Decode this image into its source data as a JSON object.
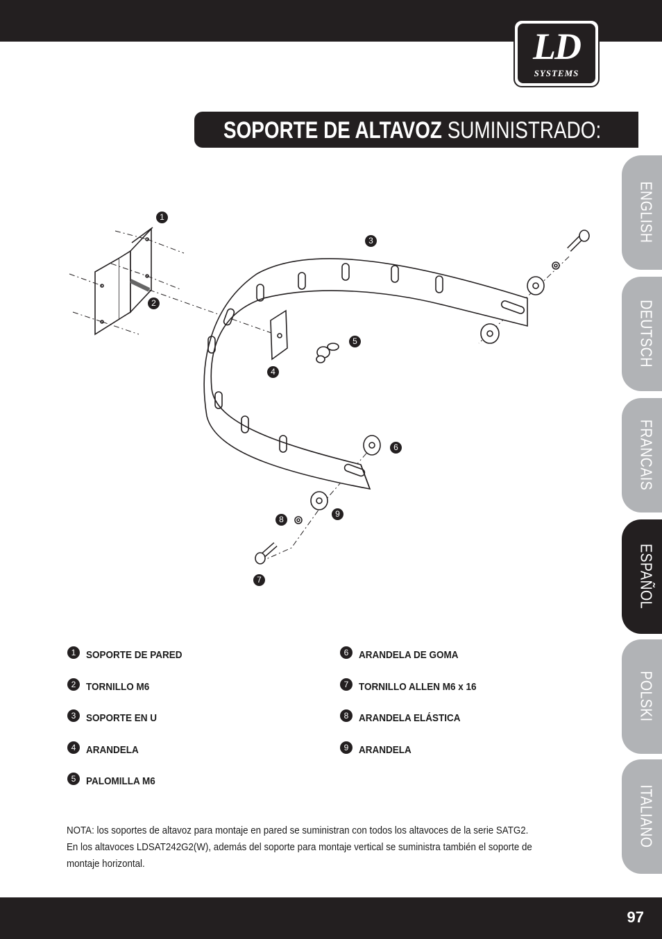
{
  "logo": {
    "ld": "LD",
    "systems": "SYSTEMS"
  },
  "title": {
    "bold": "SOPORTE DE ALTAVOZ",
    "regular": "SUMINISTRADO:"
  },
  "language_tabs": [
    {
      "label": "ENGLISH",
      "active": false
    },
    {
      "label": "DEUTSCH",
      "active": false
    },
    {
      "label": "FRANCAIS",
      "active": false
    },
    {
      "label": "ESPAÑOL",
      "active": true
    },
    {
      "label": "POLSKI",
      "active": false
    },
    {
      "label": "ITALIANO",
      "active": false
    }
  ],
  "diagram_callouts": [
    "1",
    "2",
    "3",
    "4",
    "5",
    "6",
    "7",
    "8",
    "9"
  ],
  "parts_left": [
    {
      "num": "1",
      "label": "SOPORTE DE PARED"
    },
    {
      "num": "2",
      "label": "TORNILLO M6"
    },
    {
      "num": "3",
      "label": "SOPORTE EN U"
    },
    {
      "num": "4",
      "label": "ARANDELA"
    },
    {
      "num": "5",
      "label": "PALOMILLA M6"
    }
  ],
  "parts_right": [
    {
      "num": "6",
      "label": "ARANDELA DE GOMA"
    },
    {
      "num": "7",
      "label": "TORNILLO ALLEN M6 x 16"
    },
    {
      "num": "8",
      "label": "ARANDELA ELÁSTICA"
    },
    {
      "num": "9",
      "label": "ARANDELA"
    }
  ],
  "note": [
    "NOTA: los soportes de altavoz para montaje en pared se suministran con todos los altavoces de la serie SATG2.",
    "En los altavoces LDSAT242G2(W), además del soporte para montaje vertical se suministra también el soporte de",
    "montaje horizontal."
  ],
  "page_number": "97",
  "colors": {
    "dark": "#231f20",
    "tab_inactive": "#b1b3b6",
    "white": "#ffffff"
  }
}
